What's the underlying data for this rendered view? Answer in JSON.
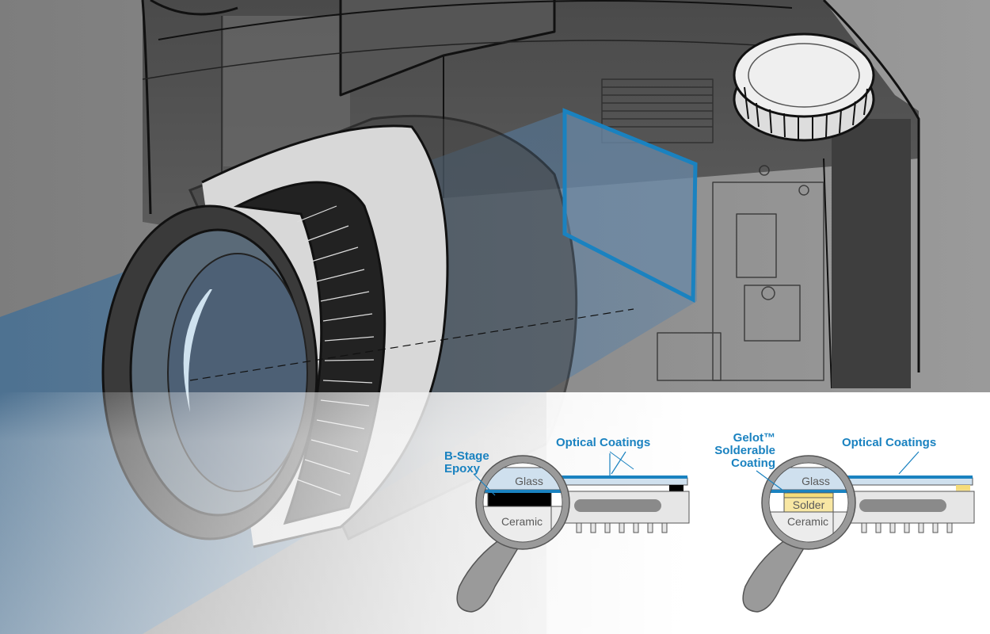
{
  "colors": {
    "accent": "#1a82c0",
    "glass": "#cfe0ee",
    "solder": "#f5dc7a",
    "epoxy": "#000000",
    "ceramic": "#ececec"
  },
  "left_detail": {
    "callout_coatings": "Optical Coatings",
    "callout_epoxy_line1": "B-Stage",
    "callout_epoxy_line2": "Epoxy",
    "glass_label": "Glass",
    "ceramic_label": "Ceramic"
  },
  "right_detail": {
    "callout_coatings": "Optical Coatings",
    "callout_gelot_line1": "Gelot™",
    "callout_gelot_line2": "Solderable",
    "callout_gelot_line3": "Coating",
    "glass_label": "Glass",
    "solder_label": "Solder",
    "ceramic_label": "Ceramic"
  },
  "icons": [
    "magnifier-icon",
    "camera-sketch",
    "image-sensor"
  ]
}
